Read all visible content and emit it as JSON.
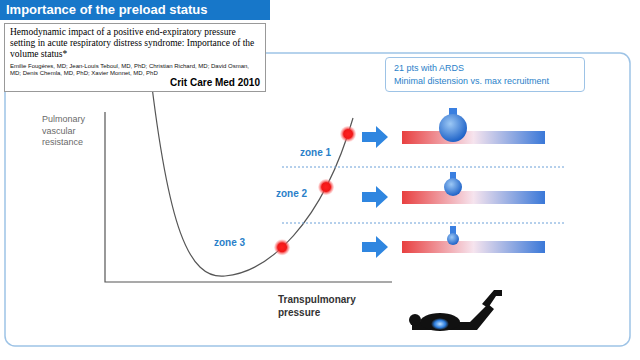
{
  "diagram": {
    "title": "Importance of the preload status",
    "nodes": [
      {
        "text": [
          "Hemodynamic impact of a positive end-expiratory pressure setting in acute respiratory distress syndrome: Importance of the volume status*",
          "Emilie Fougères, MD; Jean-Louis Teboul, MD, PhD; Christian Richard, MD; David Osman, MD; Denis Chemla, MD, PhD; Xavier Monnet, MD, PhD",
          "Crit Care Med 2010"
        ]
      },
      {
        "text": [
          "21 pts with ARDS",
          "Minimal distension vs. max recruitment"
        ]
      }
    ],
    "labels": [
      "Pulmonary vascular resistance",
      "zone 1",
      "zone 2",
      "zone 3",
      "Transpulmonary pressure"
    ]
  }
}
